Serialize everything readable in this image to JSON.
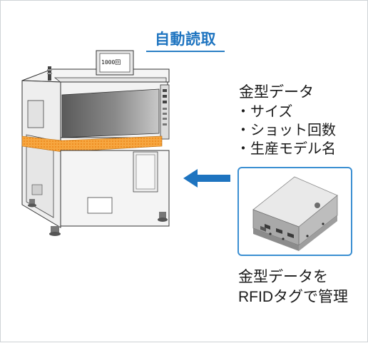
{
  "labels": {
    "auto_read": "自動読取",
    "counter": "1000回",
    "data_heading": "金型データ",
    "data_items": [
      "・サイズ",
      "・ショット回数",
      "・生産モデル名"
    ],
    "caption_line1": "金型データを",
    "caption_line2": "RFIDタグで管理"
  },
  "colors": {
    "accent_blue": "#1e74c0",
    "frame_blue": "#3b8fd2",
    "safety_stripe": "#f39a2c"
  },
  "icons": {
    "arrow": "arrow-left-icon"
  }
}
